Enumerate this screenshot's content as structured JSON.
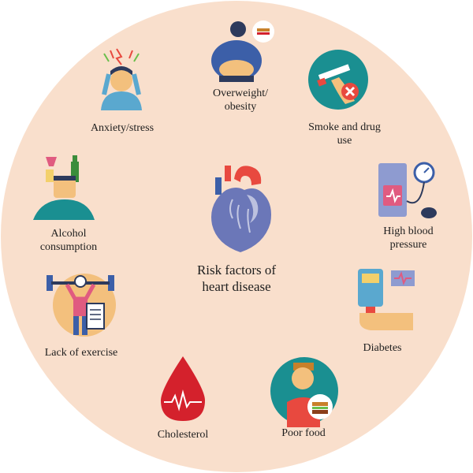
{
  "center": {
    "label": "Risk factors of\nheart disease"
  },
  "factors": [
    {
      "id": "overweight",
      "label": "Overweight/\nobesity",
      "icon": "obese-person-icon"
    },
    {
      "id": "smoke",
      "label": "Smoke and drug\nuse",
      "icon": "no-smoking-icon"
    },
    {
      "id": "bp",
      "label": "High blood\npressure",
      "icon": "blood-pressure-monitor-icon"
    },
    {
      "id": "diabetes",
      "label": "Diabetes",
      "icon": "glucose-meter-icon"
    },
    {
      "id": "food",
      "label": "Poor food",
      "icon": "junk-food-icon"
    },
    {
      "id": "chol",
      "label": "Cholesterol",
      "icon": "blood-drop-icon"
    },
    {
      "id": "exercise",
      "label": "Lack of exercise",
      "icon": "weightlifter-icon"
    },
    {
      "id": "alcohol",
      "label": "Alcohol\nconsumption",
      "icon": "alcohol-drinker-icon"
    },
    {
      "id": "anxiety",
      "label": "Anxiety/stress",
      "icon": "stressed-person-icon"
    }
  ],
  "colors": {
    "background_circle": "#f9dfcc",
    "heart_blue": "#6b77b8",
    "heart_red": "#e8493f",
    "blood_red": "#d4212c",
    "icon_circle_teal": "#1a8f91",
    "icon_circle_orange": "#f3c07d"
  }
}
